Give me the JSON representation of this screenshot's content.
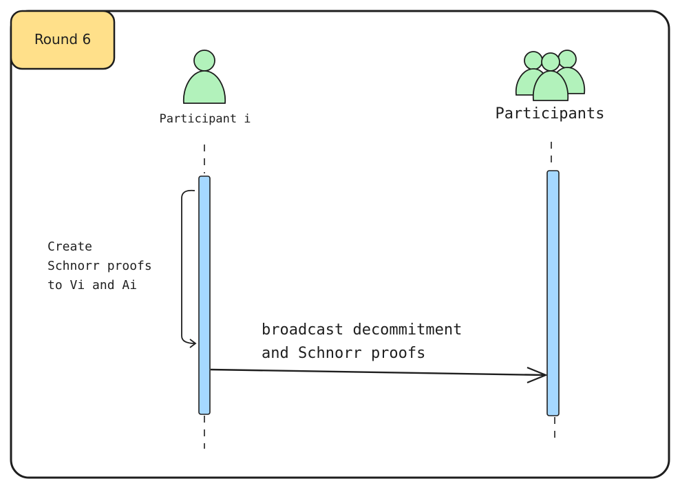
{
  "frame": {
    "round_label": "Round 6"
  },
  "actors": {
    "left": {
      "label": "Participant i",
      "icon": "person-icon"
    },
    "right": {
      "label": "Participants",
      "icon": "group-icon"
    }
  },
  "self_note": {
    "lines": [
      "Create",
      "Schnorr proofs",
      "to Vi and Ai"
    ]
  },
  "message": {
    "lines": [
      "broadcast decommitment",
      "and Schnorr proofs"
    ]
  },
  "colors": {
    "frame_stroke": "#1e1e1e",
    "round_fill": "#ffe08a",
    "actor_fill": "#b2f2bb",
    "activation_fill": "#a5d8ff",
    "text": "#1e1e1e"
  }
}
